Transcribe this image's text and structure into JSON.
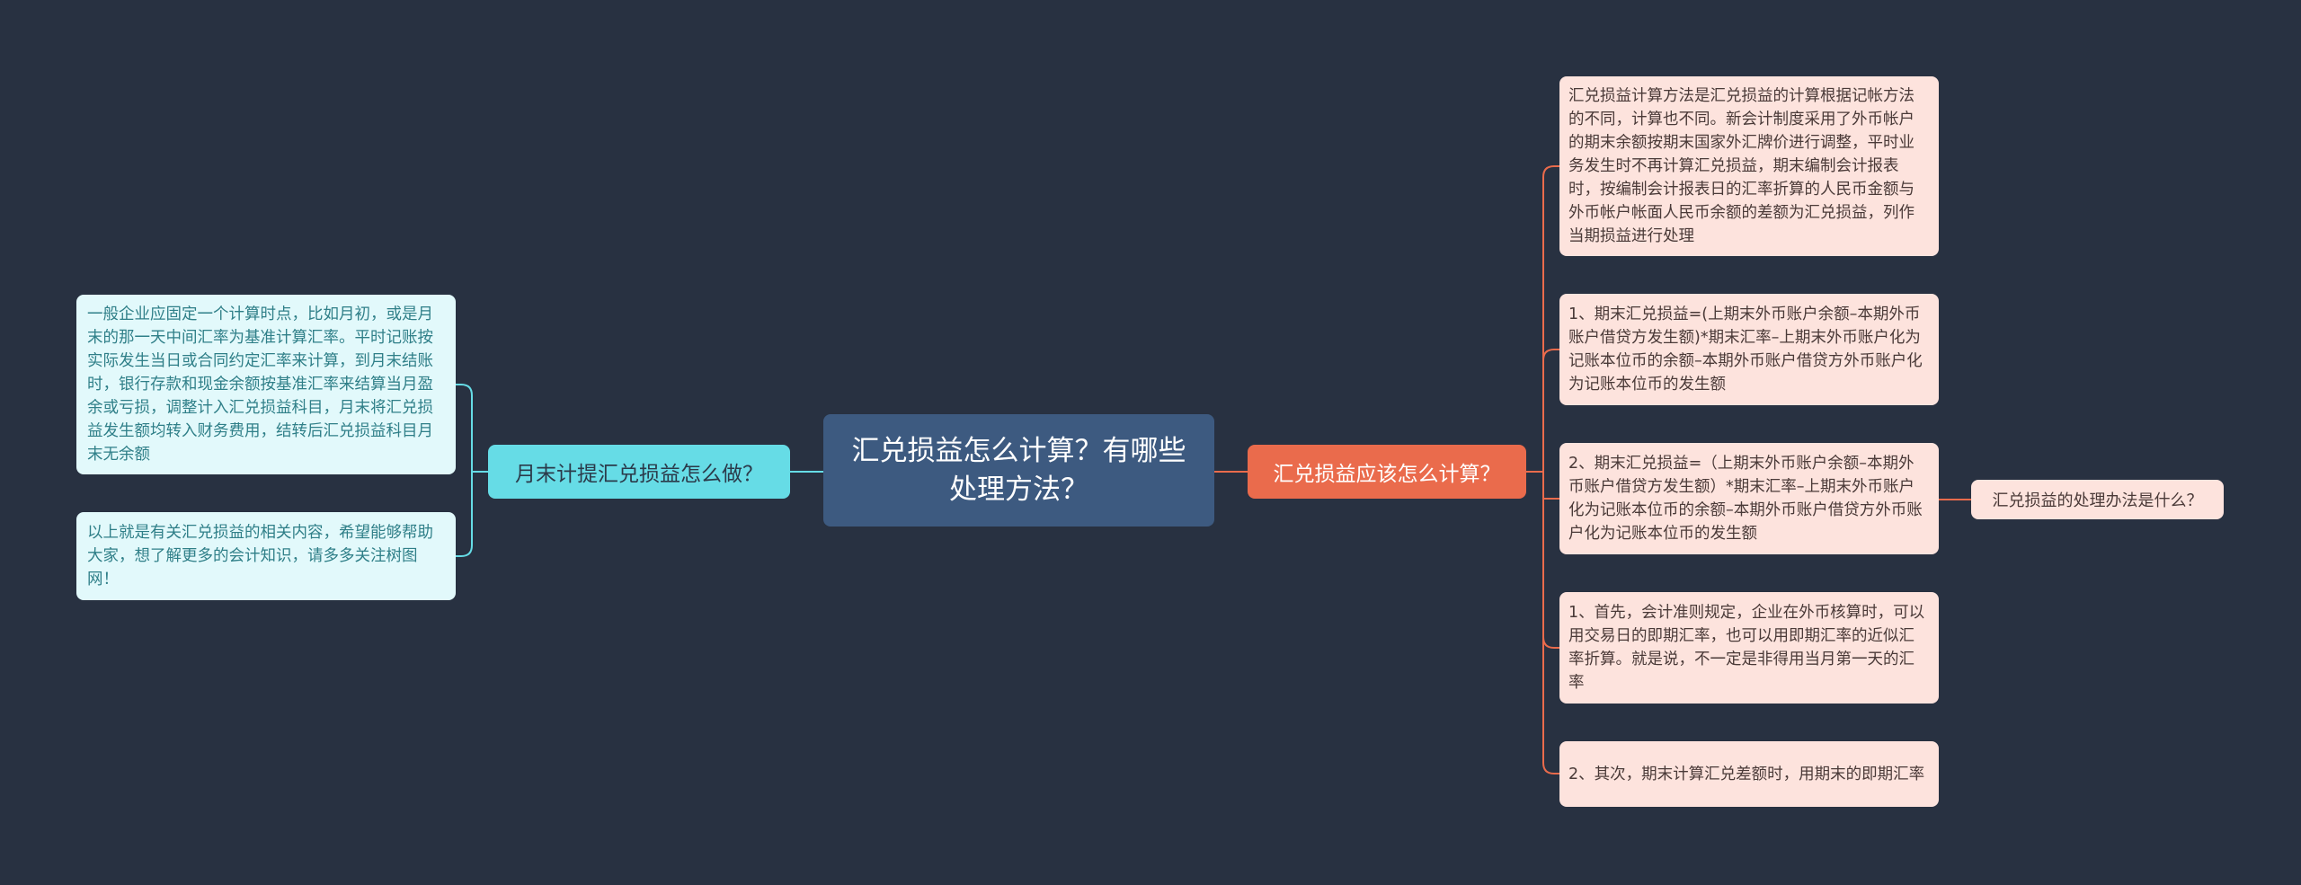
{
  "root": {
    "title": "汇兑损益怎么计算？有哪些处理方法？"
  },
  "left_branch": {
    "label": "月末计提汇兑损益怎么做？",
    "children": [
      "一般企业应固定一个计算时点，比如月初，或是月末的那一天中间汇率为基准计算汇率。平时记账按实际发生当日或合同约定汇率来计算，到月末结账时，银行存款和现金余额按基准汇率来结算当月盈余或亏损，调整计入汇兑损益科目，月末将汇兑损益发生额均转入财务费用，结转后汇兑损益科目月末无余额",
      "以上就是有关汇兑损益的相关内容，希望能够帮助大家，想了解更多的会计知识，请多多关注树图网！"
    ]
  },
  "right_branch": {
    "label": "汇兑损益应该怎么计算？",
    "children": [
      "汇兑损益计算方法是汇兑损益的计算根据记帐方法的不同，计算也不同。新会计制度采用了外币帐户的期末余额按期末国家外汇牌价进行调整，平时业务发生时不再计算汇兑损益，期末编制会计报表时，按编制会计报表日的汇率折算的人民币金额与外币帐户帐面人民币余额的差额为汇兑损益，列作当期损益进行处理",
      "1、期末汇兑损益=(上期末外币账户余额–本期外币账户借贷方发生额)*期末汇率–上期末外币账户化为记账本位币的余额–本期外币账户借贷方外币账户化为记账本位币的发生额",
      "2、期末汇兑损益=（上期末外币账户余额–本期外币账户借贷方发生额）*期末汇率–上期末外币账户化为记账本位币的余额–本期外币账户借贷方外币账户化为记账本位币的发生额",
      "1、首先，会计准则规定，企业在外币核算时，可以用交易日的即期汇率，也可以用即期汇率的近似汇率折算。就是说，不一定是非得用当月第一天的汇率",
      "2、其次，期末计算汇兑差额时，用期末的即期汇率"
    ],
    "sub_child": "汇兑损益的处理办法是什么？"
  },
  "colors": {
    "background": "#283141",
    "root": "#3d5a80",
    "left_branch": "#66dce6",
    "left_leaf": "#e2f9fb",
    "left_line": "#66dce6",
    "right_branch": "#ea6b4c",
    "right_leaf": "#fde3dd",
    "right_line": "#ea6b4c"
  }
}
